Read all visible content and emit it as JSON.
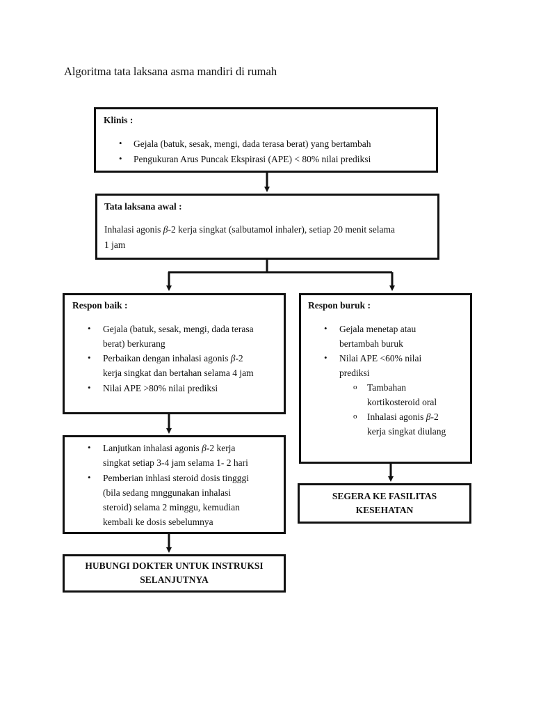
{
  "page_title": "Algoritma tata laksana asma mandiri di rumah",
  "klinis": {
    "title": "Klinis :",
    "items": [
      "Gejala (batuk, sesak, mengi, dada terasa berat) yang bertambah",
      "Pengukuran Arus Puncak Ekspirasi (APE) < 80% nilai prediksi"
    ]
  },
  "tata_laksana": {
    "title": "Tata laksana awal :",
    "text_line1_a": "Inhalasi agonis ",
    "beta": "β",
    "text_line1_b": "-2 kerja singkat (salbutamol inhaler), setiap 20 menit selama",
    "text_line2": "1 jam"
  },
  "respon_baik": {
    "title": "Respon baik :",
    "item1_line1": "Gejala (batuk, sesak, mengi, dada terasa",
    "item1_line2": "berat) berkurang",
    "item2_line1_a": "Perbaikan dengan inhalasi agonis ",
    "item2_line1_b": "-2",
    "item2_line2": "kerja singkat dan bertahan selama 4 jam",
    "item3": "Nilai APE >80% nilai prediksi"
  },
  "lanjutan": {
    "item1_line1_a": "Lanjutkan inhalasi agonis ",
    "item1_line1_b": "-2 kerja",
    "item1_line2": "singkat setiap 3-4 jam selama 1- 2 hari",
    "item2_line1": "Pemberian inhlasi steroid dosis tingggi",
    "item2_line2": "(bila sedang mnggunakan inhalasi",
    "item2_line3": "steroid) selama 2 minggu, kemudian",
    "item2_line4": "kembali ke dosis sebelumnya"
  },
  "hubungi": {
    "line1": "HUBUNGI DOKTER UNTUK INSTRUKSI",
    "line2": "SELANJUTNYA"
  },
  "respon_buruk": {
    "title": "Respon buruk :",
    "item1_line1": "Gejala menetap atau",
    "item1_line2": "bertambah buruk",
    "item2_line1": "Nilai APE <60% nilai",
    "item2_line2": "prediksi",
    "sub1_line1": "Tambahan",
    "sub1_line2": "kortikosteroid oral",
    "sub2_line1_a": "Inhalasi agonis ",
    "sub2_line1_b": "-2",
    "sub2_line2": "kerja singkat diulang"
  },
  "segera": {
    "line1": "SEGERA KE FASILITAS",
    "line2": "KESEHATAN"
  },
  "bullet_char": "•",
  "sub_bullet_char": "o"
}
